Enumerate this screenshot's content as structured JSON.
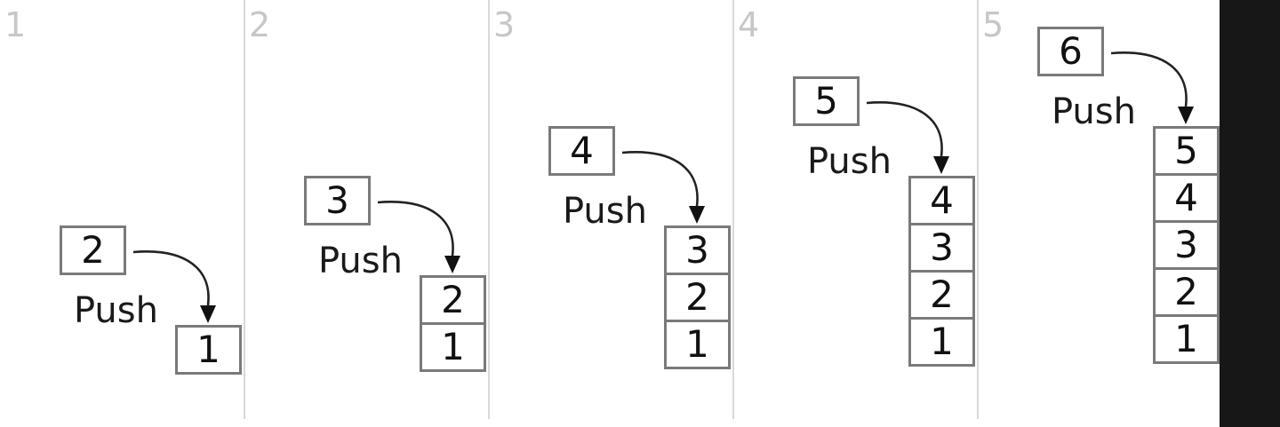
{
  "steps": [
    {
      "number": "1",
      "incoming": "2",
      "action": "Push",
      "stack": [
        "1"
      ]
    },
    {
      "number": "2",
      "incoming": "3",
      "action": "Push",
      "stack": [
        "2",
        "1"
      ]
    },
    {
      "number": "3",
      "incoming": "4",
      "action": "Push",
      "stack": [
        "3",
        "2",
        "1"
      ]
    },
    {
      "number": "4",
      "incoming": "5",
      "action": "Push",
      "stack": [
        "4",
        "3",
        "2",
        "1"
      ]
    },
    {
      "number": "5",
      "incoming": "6",
      "action": "Push",
      "stack": [
        "5",
        "4",
        "3",
        "2",
        "1"
      ]
    }
  ],
  "colors": {
    "background": "#ffffff",
    "box_border": "#7a7a7a",
    "text": "#111111",
    "step_number": "#c7c7c7",
    "divider": "#d9d9d9",
    "right_strip": "#171717"
  }
}
